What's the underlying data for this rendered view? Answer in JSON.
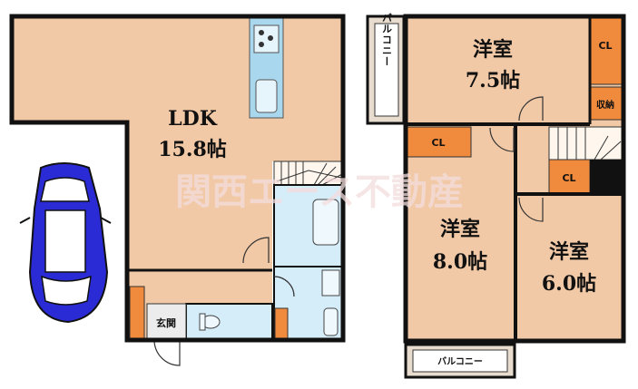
{
  "rooms": {
    "ldk": {
      "name": "LDK",
      "size": "15.8帖"
    },
    "room_upper": {
      "name": "洋室",
      "size": "7.5帖"
    },
    "room_mid": {
      "name": "洋室",
      "size": "8.0帖"
    },
    "room_right": {
      "name": "洋室",
      "size": "6.0帖"
    }
  },
  "labels": {
    "closet": "CL",
    "storage": "収納",
    "entrance": "玄関",
    "balcony_vertical": "バルコニー",
    "balcony_bottom": "バルコニー"
  },
  "watermark": "関西エース不動産",
  "colors": {
    "floor": "#f2c9a6",
    "wall": "#111111",
    "closet": "#f08a3c",
    "wet_area": "#d5ecf9",
    "balcony": "#e8dccf",
    "car": "#2b2bd6",
    "watermark": "#f3dcdc"
  }
}
